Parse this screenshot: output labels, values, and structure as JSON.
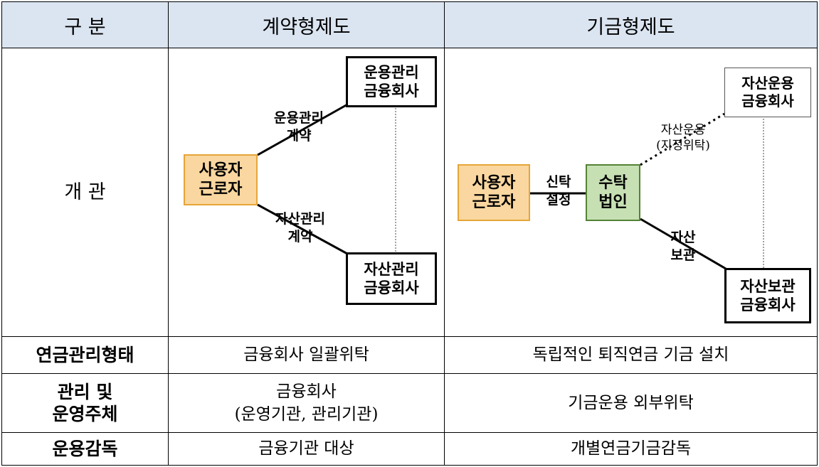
{
  "header": {
    "col1": "구 분",
    "col2": "계약형제도",
    "col3": "기금형제도"
  },
  "overview_label": "개 관",
  "contract": {
    "employer": "사용자\n근로자",
    "mgmt_company": "운용관리\n금융회사",
    "asset_company": "자산관리\n금융회사",
    "mgmt_contract": "운용관리\n계약",
    "asset_contract": "자산관리\n계약"
  },
  "fund": {
    "employer": "사용자\n근로자",
    "trustee": "수탁\n법인",
    "trust_setup": "신탁\n설정",
    "asset_mgmt_company": "자산운용\n금융회사",
    "asset_mgmt_label": "자산운용\n(지정위탁)",
    "custody_label": "자산\n보관",
    "custody_company": "자산보관\n금융회사"
  },
  "rows": [
    {
      "label": "연금관리형태",
      "contract": "금융회사 일괄위탁",
      "fund": "독립적인 퇴직연금 기금 설치"
    },
    {
      "label": "관리 및\n운영주체",
      "contract": "금융회사\n(운영기관, 관리기관)",
      "fund": "기금운용 외부위탁"
    },
    {
      "label": "운용감독",
      "contract": "금융기관 대상",
      "fund": "개별연금기금감독"
    }
  ]
}
